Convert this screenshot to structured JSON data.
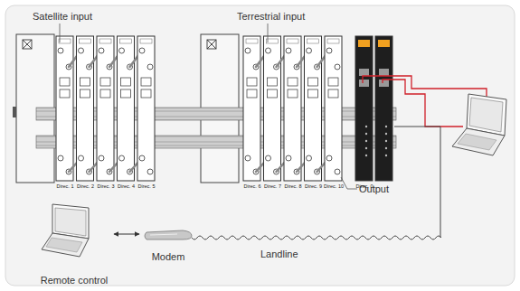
{
  "diagram": {
    "nodes": [
      {
        "text": [
          "Remote control"
        ]
      },
      {
        "text": [
          "Modem"
        ]
      }
    ],
    "edges": [
      {
        "from": 0,
        "to": 1,
        "arrow": "both"
      }
    ],
    "labels": [
      "Satellite input",
      "Terrestrial input",
      "Output",
      "Landline",
      "Direc. 1",
      "Direc. 2",
      "Direc. 3",
      "Direc. 4",
      "Direc. 5",
      "Direc. 6",
      "Direc. 7",
      "Direc. 8",
      "Direc. 9",
      "Direc. 10",
      "Direc. 0"
    ]
  }
}
